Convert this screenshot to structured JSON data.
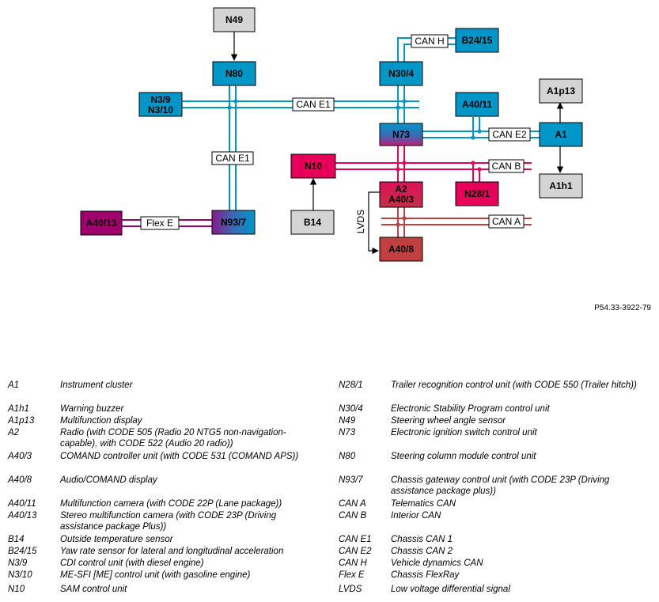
{
  "figure_id": "P54.33-3922-79",
  "colors": {
    "blue": "#0096c8",
    "blue_line": "#0096c8",
    "pink": "#e6005a",
    "pink_line": "#e6005a",
    "crimson": "#d02050",
    "brown": "#c04040",
    "brown_line": "#c04040",
    "purple": "#a0006e",
    "grey": "#d4d4d4"
  },
  "blocks": {
    "N49": "N49",
    "N80": "N80",
    "N3_9": "N3/9",
    "N3_10": "N3/10",
    "N30_4": "N30/4",
    "B24_15": "B24/15",
    "A40_11": "A40/11",
    "A1p13": "A1p13",
    "N73": "N73",
    "A1": "A1",
    "N10": "N10",
    "A1h1": "A1h1",
    "A2": "A2",
    "A40_3": "A40/3",
    "N28_1": "N28/1",
    "A40_13": "A40/13",
    "N93_7": "N93/7",
    "B14": "B14",
    "A40_8": "A40/8"
  },
  "bus_labels": {
    "can_h": "CAN H",
    "can_e1_h": "CAN E1",
    "can_e1_v": "CAN E1",
    "can_e2": "CAN E2",
    "can_b": "CAN B",
    "can_a": "CAN A",
    "flex_e": "Flex E",
    "lvds": "LVDS"
  },
  "legend_left": [
    {
      "code": "A1",
      "desc": "Instrument cluster"
    },
    {
      "code": "A1h1",
      "desc": "Warning buzzer"
    },
    {
      "code": "A1p13",
      "desc": "Multifunction display"
    },
    {
      "code": "A2",
      "desc": "Radio (with CODE 505 (Radio 20 NTG5 non-navigation-capable), with CODE 522 (Audio 20 radio))"
    },
    {
      "code": "A40/3",
      "desc": "COMAND controller unit (with CODE 531 (COMAND APS))"
    },
    {
      "code": "A40/8",
      "desc": "Audio/COMAND display"
    },
    {
      "code": "A40/11",
      "desc": "Multifunction camera (with CODE 22P (Lane package))"
    },
    {
      "code": "A40/13",
      "desc": "Stereo multifunction camera (with CODE 23P (Driving assistance package Plus))"
    },
    {
      "code": "B14",
      "desc": "Outside temperature sensor"
    },
    {
      "code": "B24/15",
      "desc": "Yaw rate sensor for lateral and longitudinal acceleration"
    },
    {
      "code": "N3/9",
      "desc": "CDI control unit (with diesel engine)"
    },
    {
      "code": "N3/10",
      "desc": "ME-SFI [ME] control unit (with gasoline engine)"
    },
    {
      "code": "N10",
      "desc": "SAM control unit"
    }
  ],
  "legend_right": [
    {
      "code": "N28/1",
      "desc": "Trailer recognition control unit (with CODE 550 (Trailer hitch))"
    },
    {
      "code": "N30/4",
      "desc": "Electronic Stability Program control unit"
    },
    {
      "code": "N49",
      "desc": "Steering wheel angle sensor"
    },
    {
      "code": "N73",
      "desc": "Electronic ignition switch control unit"
    },
    {
      "code": "N80",
      "desc": "Steering column module control unit"
    },
    {
      "code": "N93/7",
      "desc": "Chassis gateway control unit (with CODE 23P (Driving assistance package plus))"
    },
    {
      "code": "CAN A",
      "desc": "Telematics CAN"
    },
    {
      "code": "CAN B",
      "desc": "Interior CAN"
    },
    {
      "code": "CAN E1",
      "desc": "Chassis CAN 1"
    },
    {
      "code": "CAN E2",
      "desc": "Chassis CAN 2"
    },
    {
      "code": "CAN H",
      "desc": "Vehicle dynamics CAN"
    },
    {
      "code": "Flex E",
      "desc": "Chassis FlexRay"
    },
    {
      "code": "LVDS",
      "desc": "Low voltage differential signal"
    }
  ]
}
